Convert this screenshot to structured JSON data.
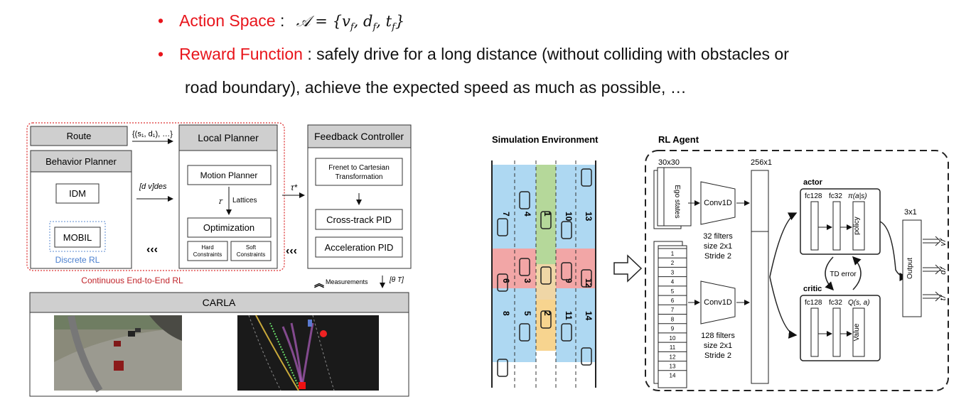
{
  "text": {
    "bullet1_label": "Action Space",
    "bullet1_sep": ":",
    "bullet1_math": "𝒜 = {v_f, d_f, t_f}",
    "bullet2_label": "Reward Function",
    "bullet2_sep": ":",
    "bullet2_text1": "safely drive for a long distance (without colliding with obstacles or",
    "bullet2_text2": "road boundary), achieve the expected speed as much as possible, …"
  },
  "left_diagram": {
    "route": "Route",
    "route_arrow": "{(s₁, d₁), …}",
    "behavior_planner": "Behavior Planner",
    "idm": "IDM",
    "mobil": "MOBIL",
    "discrete_rl": "Discrete RL",
    "des_arrow": "[d v]des",
    "local_planner": "Local Planner",
    "motion_planner": "Motion Planner",
    "tau_lattices": "Lattices",
    "optimization": "Optimization",
    "hard_constraints": "Hard Constraints",
    "soft_constraints": "Soft Constraints",
    "tau_star": "τ*",
    "feedback_controller": "Feedback Controller",
    "frenet": "Frenet to Cartesian Transformation",
    "cross_track": "Cross-track PID",
    "accel_pid": "Acceleration PID",
    "continuous": "Continuous End-to-End RL",
    "measurements": "Measurements",
    "theta_t": "[θ T]",
    "carla": "CARLA"
  },
  "right_diagram": {
    "sim_env": "Simulation Environment",
    "rl_agent": "RL Agent",
    "lane_numbers": [
      "7",
      "4",
      "1",
      "10",
      "13",
      "6",
      "3",
      "9",
      "12",
      "8",
      "5",
      "2",
      "11",
      "14"
    ],
    "dim_30x30": "30x30",
    "dim_256x1": "256x1",
    "dim_3x1": "3x1",
    "ego_states": "Ego states",
    "conv1d": "Conv1D",
    "filters_top": "32 filters",
    "size_top": "size 2x1",
    "stride_top": "Stride 2",
    "filters_bot": "128 filters",
    "size_bot": "size 2x1",
    "stride_bot": "Stride 2",
    "actor": "actor",
    "critic": "critic",
    "fc128": "fc128",
    "fc32": "fc32",
    "pi": "π(a|s)",
    "q": "Q(s, a)",
    "policy": "policy",
    "value": "Value",
    "td_error": "TD error",
    "output": "Output",
    "out_v": "v_f",
    "out_d": "d_f",
    "out_t": "t_f",
    "grid_rows": [
      "1",
      "2",
      "3",
      "4",
      "5",
      "6",
      "7",
      "8",
      "9",
      "10",
      "11",
      "12",
      "13",
      "14"
    ]
  }
}
